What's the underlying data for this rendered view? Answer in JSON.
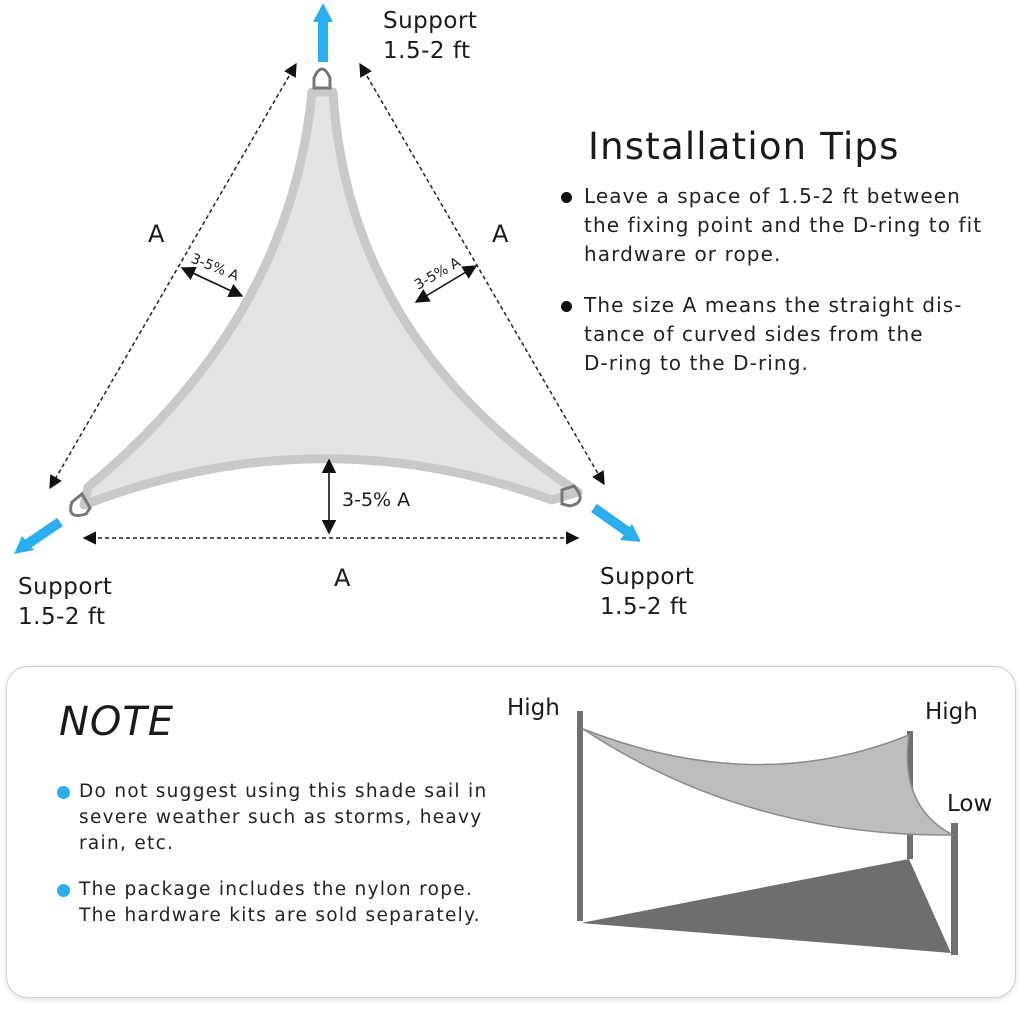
{
  "diagram": {
    "support_label": "Support",
    "support_distance": "1.5-2 ft",
    "side_label": "A",
    "curve_label": "3-5% A",
    "colors": {
      "sail": "#e3e3e3",
      "sail_edge": "#c9c9c9",
      "arrow": "#29aef0"
    }
  },
  "tips": {
    "title": "Installation Tips",
    "items": [
      {
        "lines": [
          "Leave a space of 1.5-2 ft between",
          "the fixing point and the D-ring to fit",
          "hardware or rope."
        ]
      },
      {
        "lines": [
          "The size A means the straight dis-",
          "tance of curved sides from the",
          "D-ring to the D-ring."
        ]
      }
    ]
  },
  "note": {
    "title": "NOTE",
    "items": [
      {
        "lines": [
          "Do not suggest using this shade sail in",
          "severe weather such as storms, heavy",
          "rain, etc."
        ]
      },
      {
        "lines": [
          "The package includes the nylon rope.",
          "The hardware kits are sold separately."
        ]
      }
    ],
    "high_label": "High",
    "low_label": "Low",
    "colors": {
      "bullet": "#29aef0",
      "pole": "#707070",
      "shade": "#6e6e6e",
      "sail": "#bdbdbd"
    }
  }
}
